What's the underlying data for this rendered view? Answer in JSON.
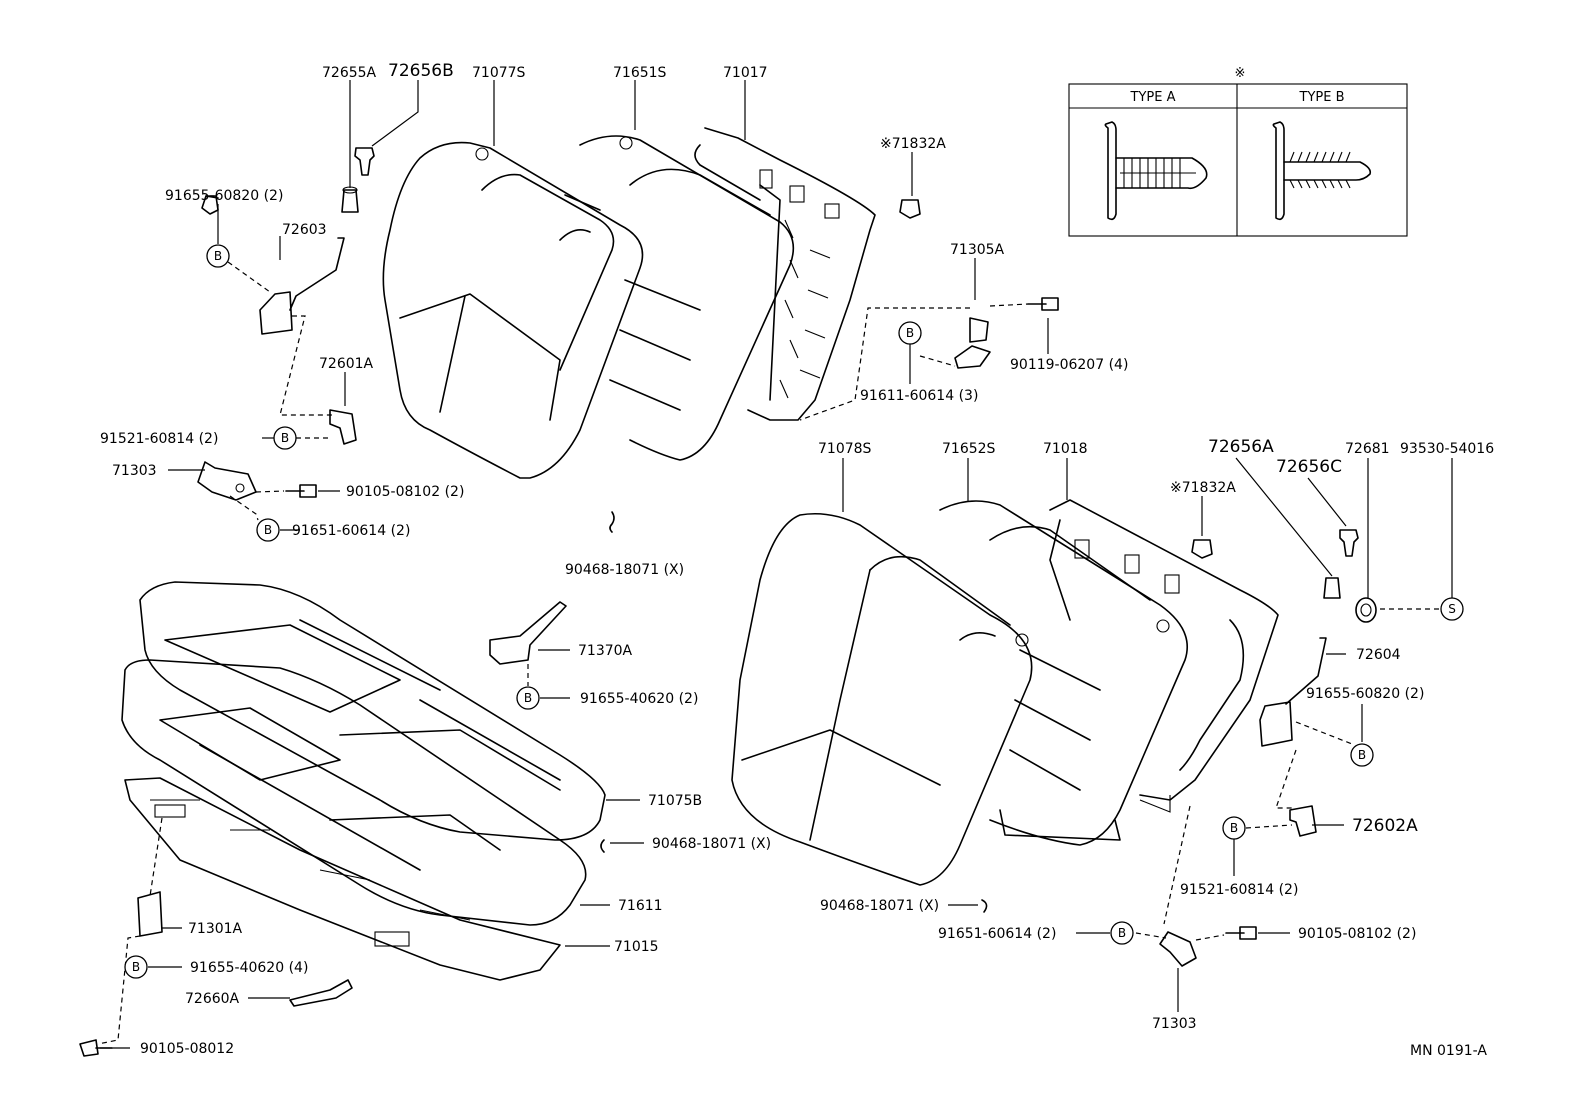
{
  "labels": {
    "p72655A": "72655A",
    "p72656B": "72656B",
    "p71077S": "71077S",
    "p71651S": "71651S",
    "p71017": "71017",
    "p71832A_top": "※71832A",
    "p91655_60820_left": "91655-60820 (2)",
    "p72603": "72603",
    "p71305A": "71305A",
    "p90119_06207": "90119-06207 (4)",
    "p91611_60614": "91611-60614 (3)",
    "p72601A": "72601A",
    "p91521_60814_left": "91521-60814 (2)",
    "p71303_left": "71303",
    "p90105_08102_left": "90105-08102 (2)",
    "p91651_60614_left": "91651-60614 (2)",
    "p90468_18071_a": "90468-18071 (X)",
    "p71078S": "71078S",
    "p71652S": "71652S",
    "p71018": "71018",
    "p72656A": "72656A",
    "p72681": "72681",
    "p93530_54016": "93530-54016",
    "p72656C": "72656C",
    "p71832A_mid": "※71832A",
    "p71370A": "71370A",
    "p91655_40620_mid": "91655-40620 (2)",
    "p72604": "72604",
    "p91655_60820_right": "91655-60820 (2)",
    "p71075B": "71075B",
    "p90468_18071_b": "90468-18071 (X)",
    "p72602A": "72602A",
    "p71611": "71611",
    "p91521_60814_right": "91521-60814 (2)",
    "p90468_18071_c": "90468-18071 (X)",
    "p71301A": "71301A",
    "p71015": "71015",
    "p91651_60614_right": "91651-60614 (2)",
    "p90105_08102_right": "90105-08102 (2)",
    "p91655_40620_left": "91655-40620 (4)",
    "p72660A": "72660A",
    "p71303_right": "71303",
    "p90105_08012": "90105-08012",
    "code": "MN  0191-A"
  },
  "circles": {
    "b": "B",
    "s": "S"
  },
  "type_table": {
    "mark": "※",
    "type_a": "TYPE  A",
    "type_b": "TYPE  B"
  }
}
